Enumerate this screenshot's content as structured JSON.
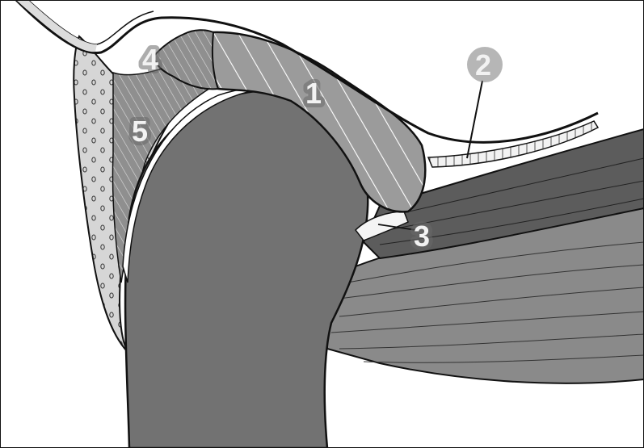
{
  "labels": {
    "l1": "1",
    "l2": "2",
    "l3": "3",
    "l4": "4",
    "l5": "5"
  },
  "colors": {
    "background": "#ffffff",
    "humeral_head": "#727272",
    "muscle_light": "#8a8a8a",
    "muscle_dark": "#5c5c5c",
    "acromion": "#9b9b9b",
    "dotted_region": "#d4d4d4",
    "outline": "#111111"
  }
}
